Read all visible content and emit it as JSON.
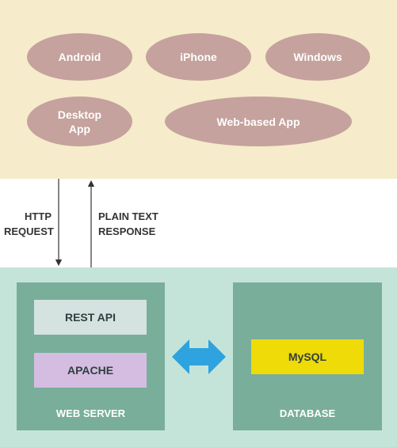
{
  "colors": {
    "clients_band": "#f6ebcb",
    "server_band": "#c5e4d9",
    "ellipse": "#c5a29d",
    "panel": "#79ae9a",
    "rest_api_box": "#d5e3e0",
    "apache_box": "#d4bde1",
    "mysql_box": "#eedb07",
    "sync_arrow": "#2fa3df",
    "flow_arrow": "#333333"
  },
  "clients": {
    "android": "Android",
    "iphone": "iPhone",
    "windows": "Windows",
    "desktop_app": "Desktop\nApp",
    "web_app": "Web-based App"
  },
  "flow": {
    "request_label": "HTTP\nREQUEST",
    "response_label": "PLAIN TEXT\nRESPONSE"
  },
  "web_server": {
    "title": "WEB SERVER",
    "rest_api": "REST API",
    "apache": "APACHE"
  },
  "database": {
    "title": "DATABASE",
    "mysql": "MySQL"
  }
}
